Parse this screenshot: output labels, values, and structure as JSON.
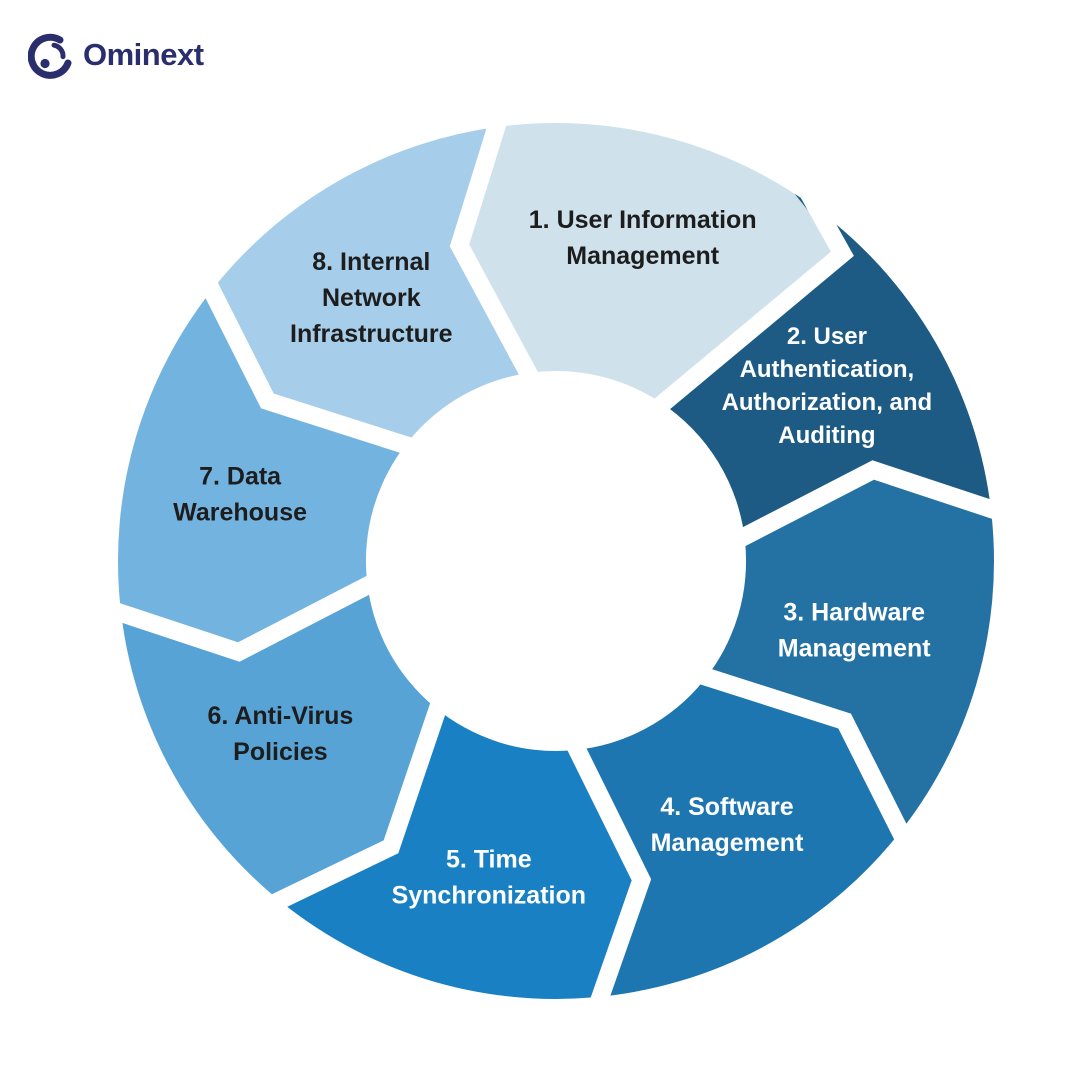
{
  "logo": {
    "brand": "Ominext",
    "color": "#2b2e6d"
  },
  "diagram": {
    "description": "8-step cycle diagram",
    "gap_color": "#ffffff",
    "center_color": "#ffffff",
    "dark_text_color": "#1d1d1d",
    "light_text_color": "#ffffff",
    "segments": [
      {
        "step": 1,
        "label": "1. User Information Management",
        "lines": [
          "1. User Information",
          "Management"
        ],
        "color": "#cfe2ec",
        "text": "dark"
      },
      {
        "step": 2,
        "label": "2. User Authentication, Authorization, and Auditing",
        "lines": [
          "2. User",
          "Authentication,",
          "Authorization, and",
          "Auditing"
        ],
        "color": "#1d5b84",
        "text": "light"
      },
      {
        "step": 3,
        "label": "3. Hardware Management",
        "lines": [
          "3. Hardware",
          "Management"
        ],
        "color": "#2372a3",
        "text": "light"
      },
      {
        "step": 4,
        "label": "4. Software Management",
        "lines": [
          "4. Software",
          "Management"
        ],
        "color": "#1d76af",
        "text": "light"
      },
      {
        "step": 5,
        "label": "5. Time Synchronization",
        "lines": [
          "5. Time",
          "Synchronization"
        ],
        "color": "#1a80c4",
        "text": "light"
      },
      {
        "step": 6,
        "label": "6. Anti-Virus Policies",
        "lines": [
          "6. Anti-Virus",
          "Policies"
        ],
        "color": "#58a3d6",
        "text": "dark"
      },
      {
        "step": 7,
        "label": "7. Data Warehouse",
        "lines": [
          "7. Data",
          "Warehouse"
        ],
        "color": "#73b3df",
        "text": "dark"
      },
      {
        "step": 8,
        "label": "8. Internal Network Infrastructure",
        "lines": [
          "8. Internal",
          "Network",
          "Infrastructure"
        ],
        "color": "#a6cde9",
        "text": "dark"
      }
    ]
  }
}
